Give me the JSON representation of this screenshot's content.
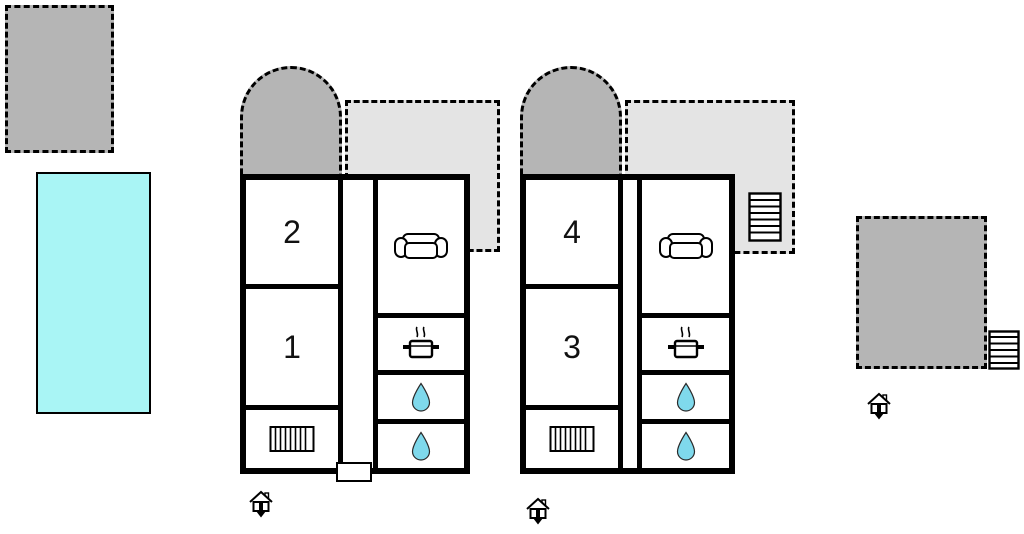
{
  "colors": {
    "wall": "#000000",
    "terrace_fill": "#b5b5b5",
    "patio_fill": "#e4e4e4",
    "pool_fill": "#a9f5f5",
    "water_drop_fill": "#7fd9ec",
    "background": "#ffffff"
  },
  "plan": {
    "units": [
      {
        "name": "unit-1",
        "rooms": [
          {
            "label": "2"
          },
          {
            "label": "1"
          }
        ]
      },
      {
        "name": "unit-2",
        "rooms": [
          {
            "label": "4"
          },
          {
            "label": "3"
          }
        ]
      }
    ],
    "icons": {
      "sofa": "sofa-icon",
      "stove": "stove-pot-icon",
      "water": "water-drop-icon",
      "radiator": "radiator-icon",
      "stairs": "stairs-icon",
      "entrance": "entrance-house-icon"
    }
  }
}
